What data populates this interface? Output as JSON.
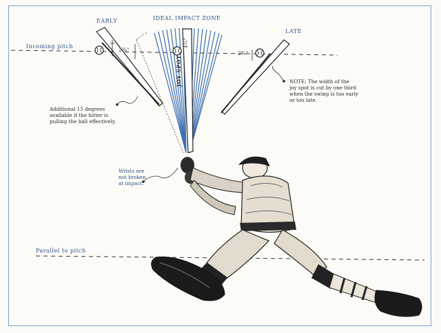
{
  "labels": {
    "early": "EARLY",
    "ideal_zone": "IDEAL IMPACT ZONE",
    "late": "LATE",
    "incoming_pitch": "Incoming pitch",
    "parallel_to_pitch": "Parallel to pitch",
    "joy_spot": "JOY SPOT",
    "joy_spot_width": "4½\"",
    "early_width": "2¾\"",
    "late_width": "2¾\""
  },
  "notes": {
    "additional": [
      "Additional 15 degrees",
      "available if the hitter is",
      "pulling the ball effectively."
    ],
    "wrists": [
      "Wrists are",
      "not broken",
      "at impact."
    ],
    "width_note": [
      "NOTE: The width of the",
      "joy spot is cut by one third",
      "when the swing is too early",
      "or too late."
    ]
  },
  "colors": {
    "blue_accent": "#3a6fb3",
    "ink": "#222222",
    "label_blue": "#2d4f86"
  }
}
